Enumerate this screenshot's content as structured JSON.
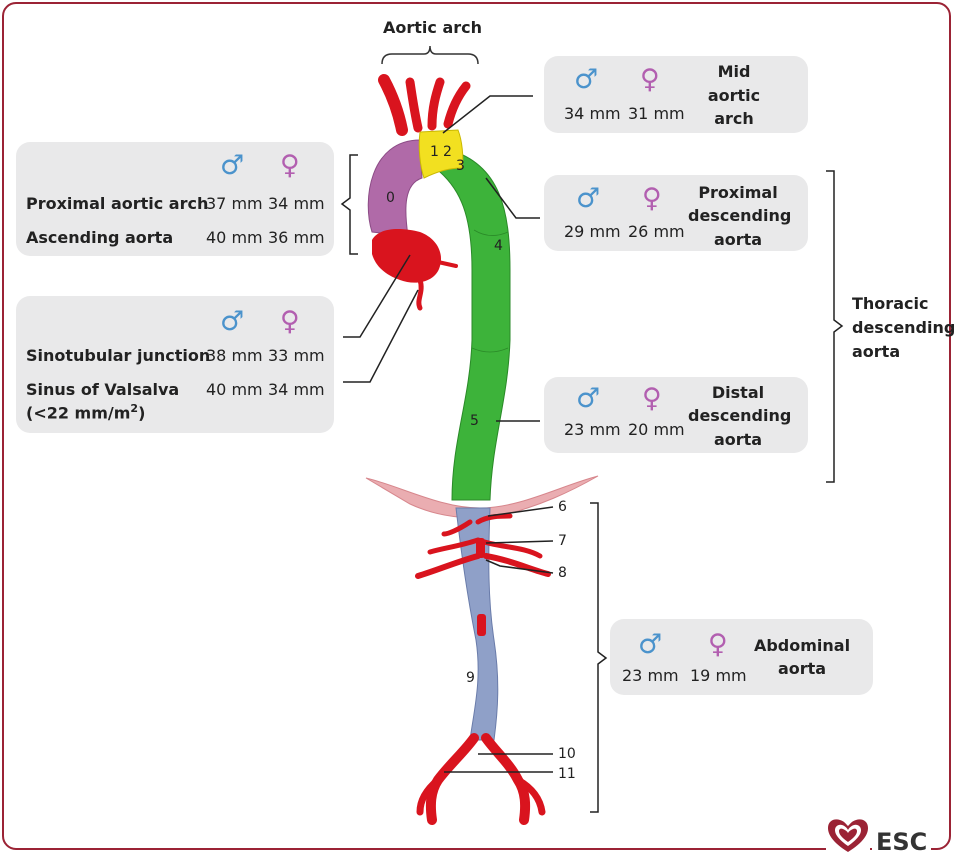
{
  "header": {
    "aortic_arch": "Aortic arch"
  },
  "symbols": {
    "male": "♂",
    "female": "♀"
  },
  "colors": {
    "frame": "#9b2335",
    "ascending_segment": "#b06aa8",
    "arch_segment": "#f2e020",
    "thoracic_segment": "#3db33a",
    "abdominal_segment": "#8fa0c8",
    "arteries": "#d9141e",
    "male": "#4b93cc",
    "female": "#b25fb0"
  },
  "panels": {
    "mid_arch": {
      "label": [
        "Mid",
        "aortic",
        "arch"
      ],
      "male": "34 mm",
      "female": "31 mm"
    },
    "proximal": {
      "rows": [
        {
          "label": "Proximal aortic arch",
          "male": "37 mm",
          "female": "34 mm"
        },
        {
          "label": "Ascending aorta",
          "male": "40 mm",
          "female": "36 mm"
        }
      ]
    },
    "prox_desc": {
      "label": [
        "Proximal",
        "descending",
        "aorta"
      ],
      "male": "29 mm",
      "female": "26 mm"
    },
    "sinus": {
      "rows": [
        {
          "label": "Sinotubular junction",
          "male": "38 mm",
          "female": "33 mm"
        },
        {
          "label": "Sinus of Valsalva",
          "male": "40 mm",
          "female": "34 mm"
        }
      ],
      "note_prefix": "(<22 mm/m",
      "note_sup": "2",
      "note_suffix": ")"
    },
    "distal_desc": {
      "label": [
        "Distal",
        "descending",
        "aorta"
      ],
      "male": "23 mm",
      "female": "20 mm"
    },
    "abdominal": {
      "label": [
        "Abdominal",
        "aorta"
      ],
      "male": "23 mm",
      "female": "19 mm"
    }
  },
  "thoracic_label": [
    "Thoracic",
    "descending",
    "aorta"
  ],
  "segments": [
    "0",
    "1",
    "2",
    "3",
    "4",
    "5",
    "6",
    "7",
    "8",
    "9",
    "10",
    "11"
  ],
  "logo": {
    "text": "ESC"
  }
}
